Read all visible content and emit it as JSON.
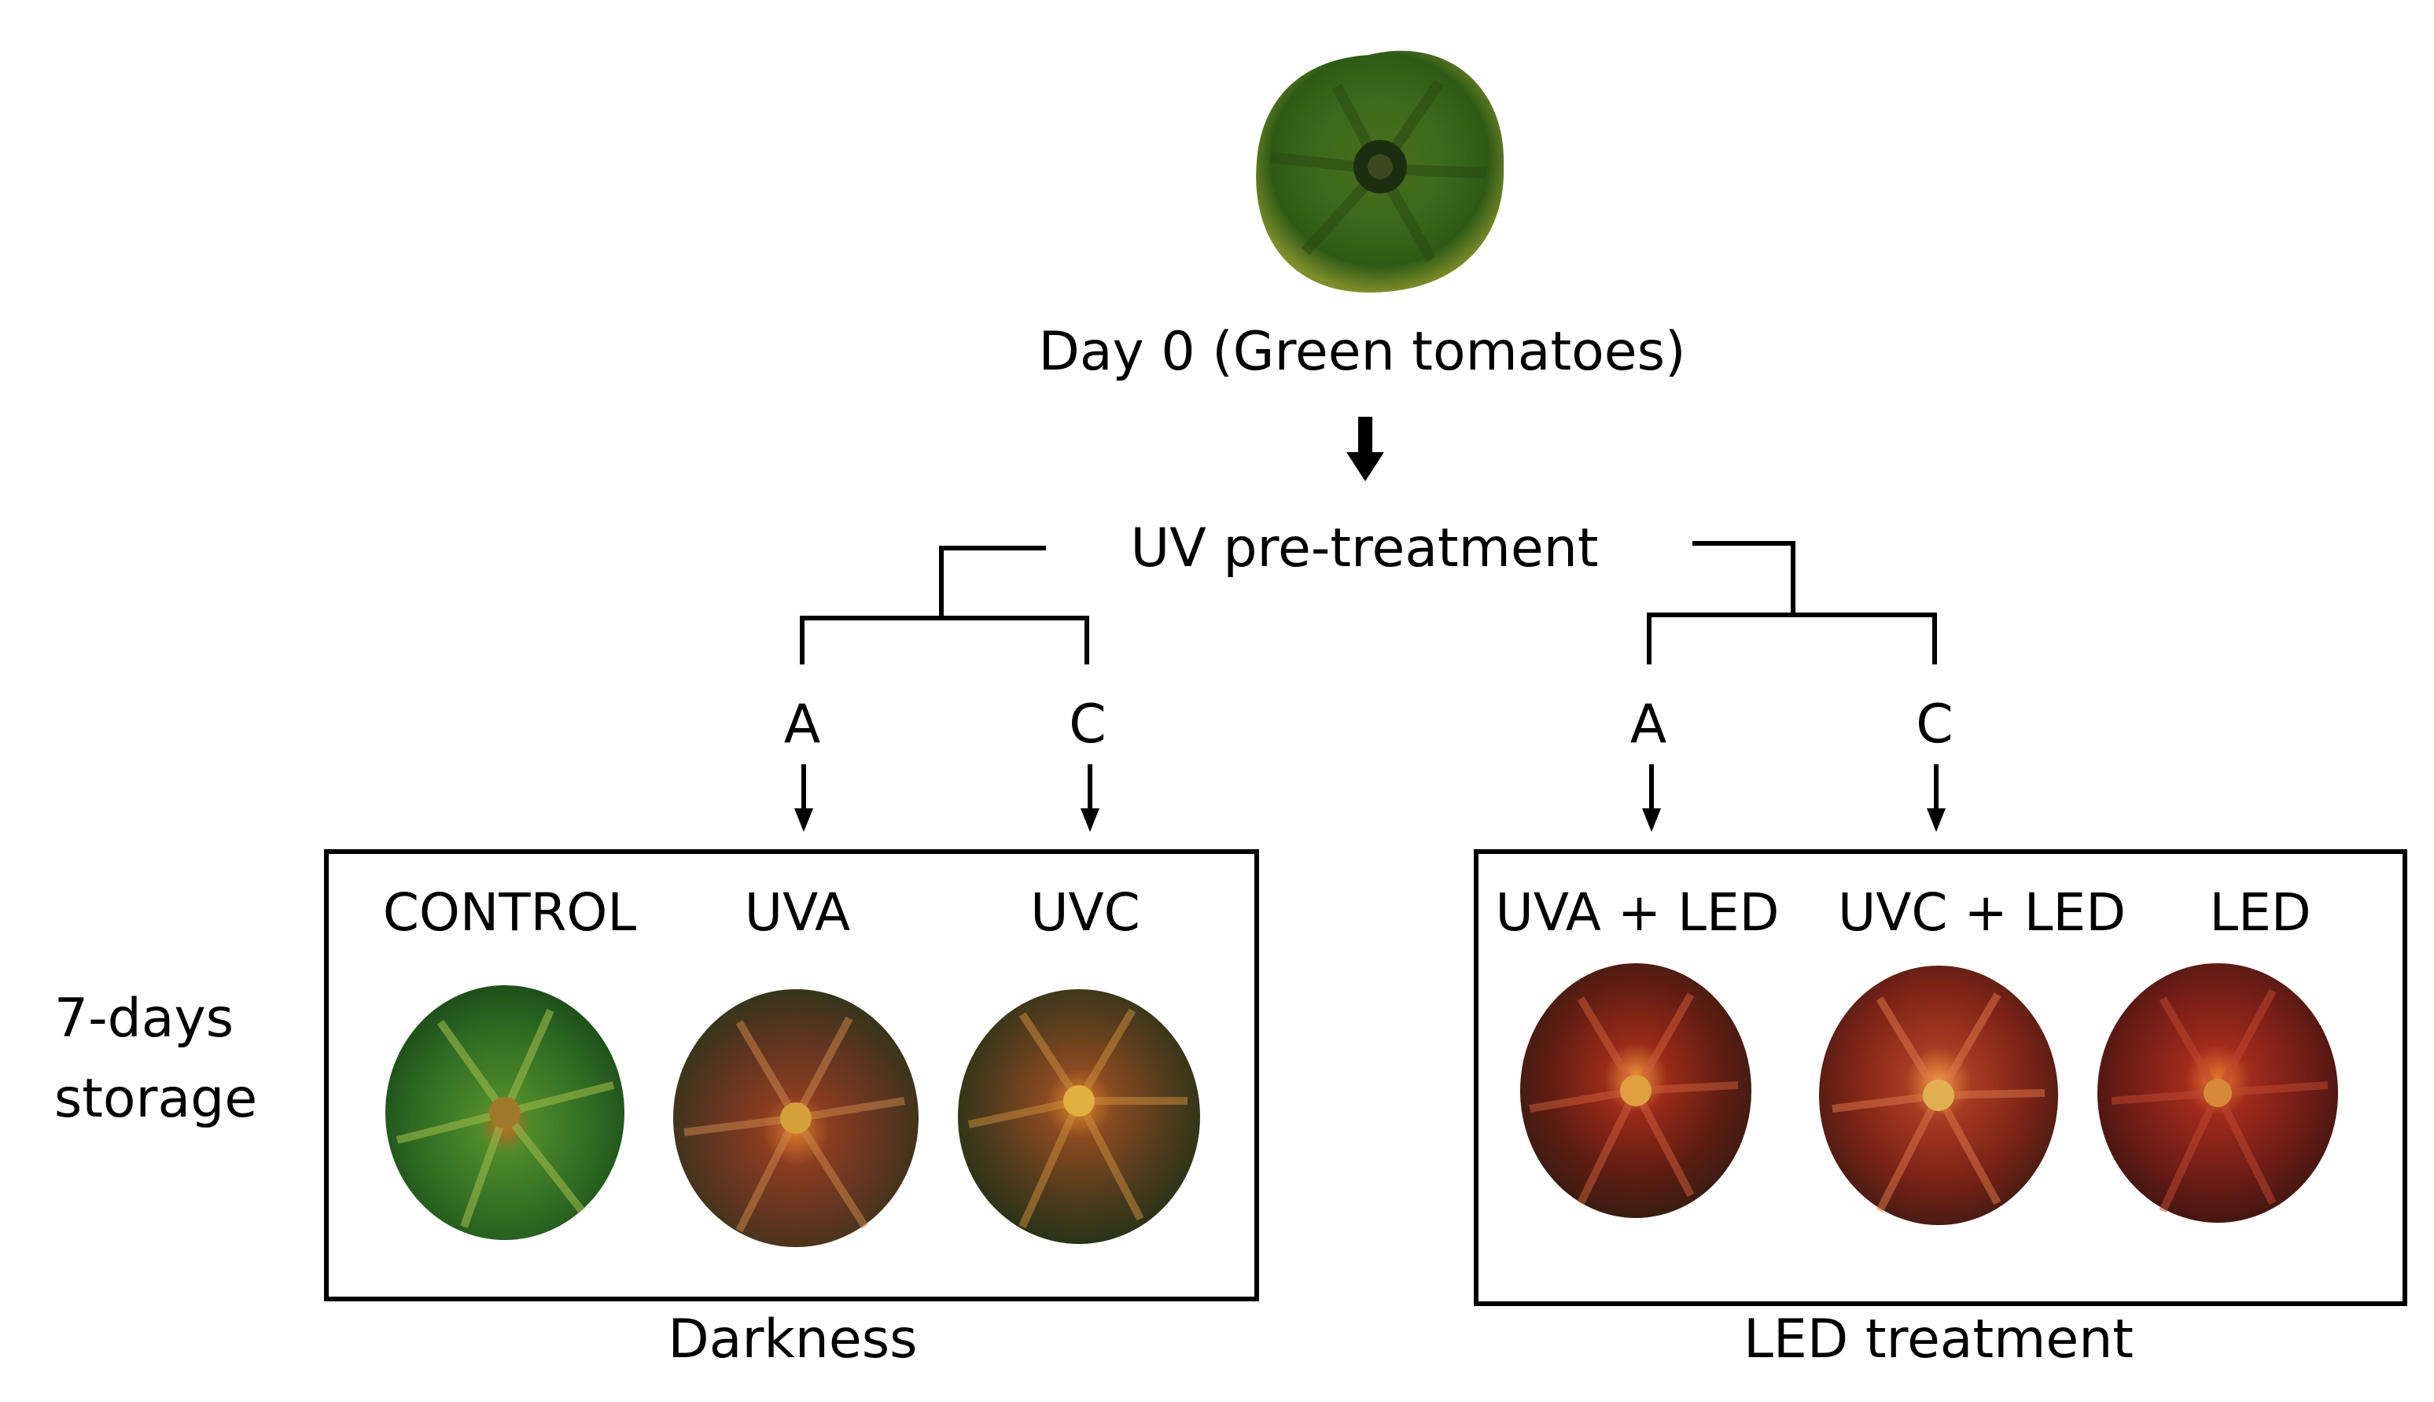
{
  "start": {
    "label": "Day 0 (Green tomatoes)"
  },
  "pretreatment": {
    "label": "UV pre-treatment",
    "branch_labels": [
      "A",
      "C",
      "A",
      "C"
    ]
  },
  "storage_label": [
    "7-days",
    "storage"
  ],
  "groups": [
    {
      "caption": "Darkness",
      "samples": [
        {
          "label": "CONTROL",
          "color": "#2f6a2a"
        },
        {
          "label": "UVA",
          "color": "#6a3a22"
        },
        {
          "label": "UVC",
          "color": "#4a3a1c"
        }
      ]
    },
    {
      "caption": "LED treatment",
      "samples": [
        {
          "label": "UVA + LED",
          "color": "#7a1e16"
        },
        {
          "label": "UVC + LED",
          "color": "#8a2418"
        },
        {
          "label": "LED",
          "color": "#8c1d1a"
        }
      ]
    }
  ],
  "colors": {
    "green_tomato": "#3f6e1f",
    "line": "#000000"
  }
}
